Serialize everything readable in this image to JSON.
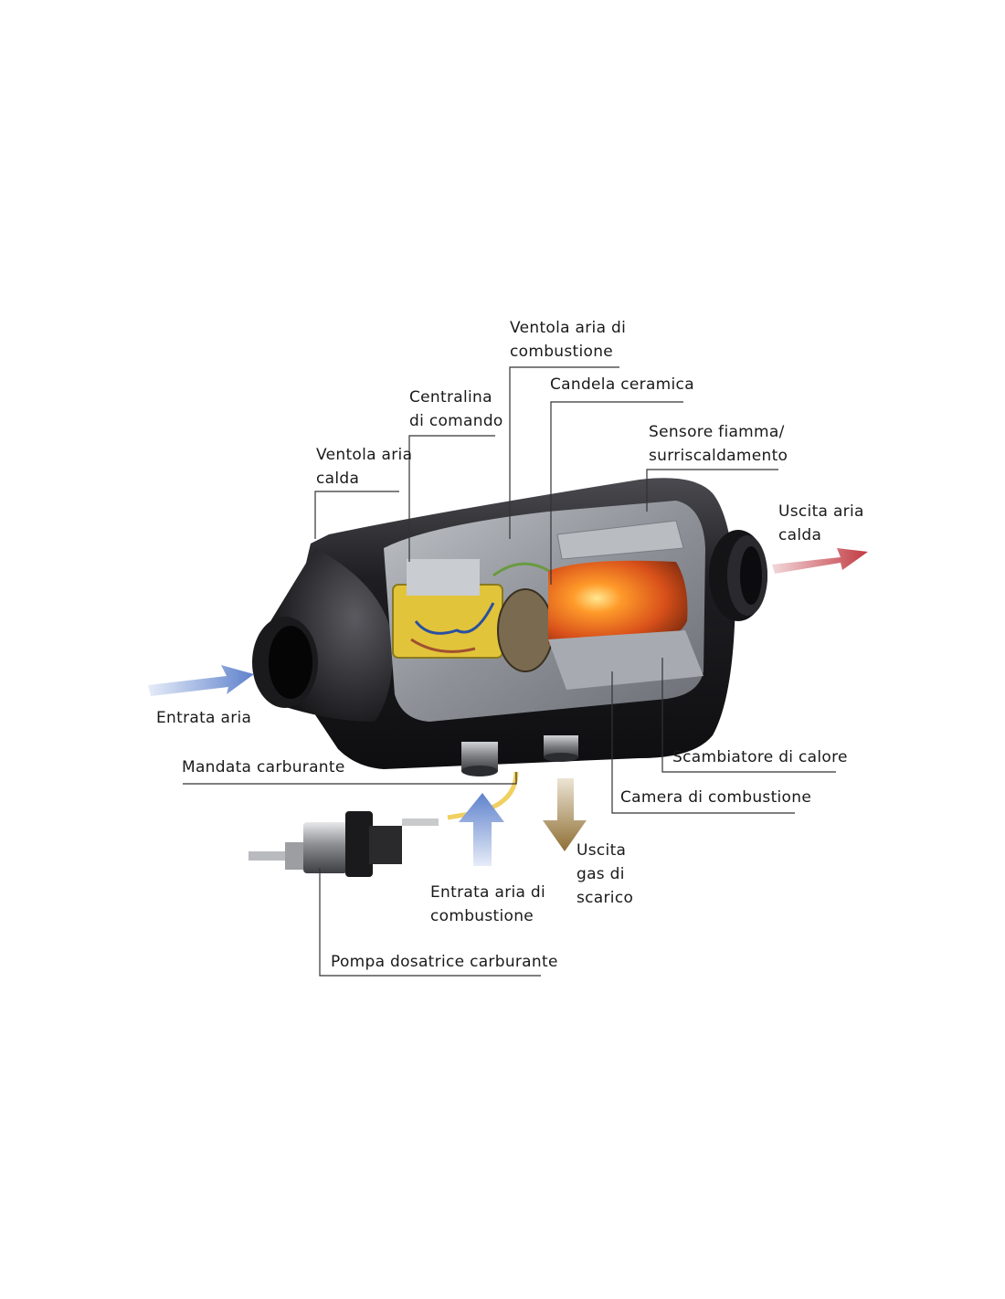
{
  "labels": {
    "ventola_combustione": [
      "Ventola aria di",
      "combustione"
    ],
    "candela": [
      "Candela ceramica"
    ],
    "centralina": [
      "Centralina",
      "di comando"
    ],
    "sensore": [
      "Sensore fiamma/",
      "surriscaldamento"
    ],
    "ventola_calda": [
      "Ventola aria",
      "calda"
    ],
    "uscita_calda": [
      "Uscita aria",
      "calda"
    ],
    "entrata_aria": [
      "Entrata aria"
    ],
    "mandata": [
      "Mandata carburante"
    ],
    "scambiatore": [
      "Scambiatore di calore"
    ],
    "camera": [
      "Camera di combustione"
    ],
    "uscita_gas": [
      "Uscita",
      "gas di",
      "scarico"
    ],
    "entrata_combustione": [
      "Entrata aria di",
      "combustione"
    ],
    "pompa": [
      "Pompa dosatrice carburante"
    ]
  },
  "colors": {
    "cold_air": "#6f8fd0",
    "hot_air": "#c8424a",
    "exhaust": "#9a7a3a",
    "fuel": "#f0d060",
    "housing": "#1c1c1e",
    "flame": "#f08020",
    "leader": "#333333"
  }
}
